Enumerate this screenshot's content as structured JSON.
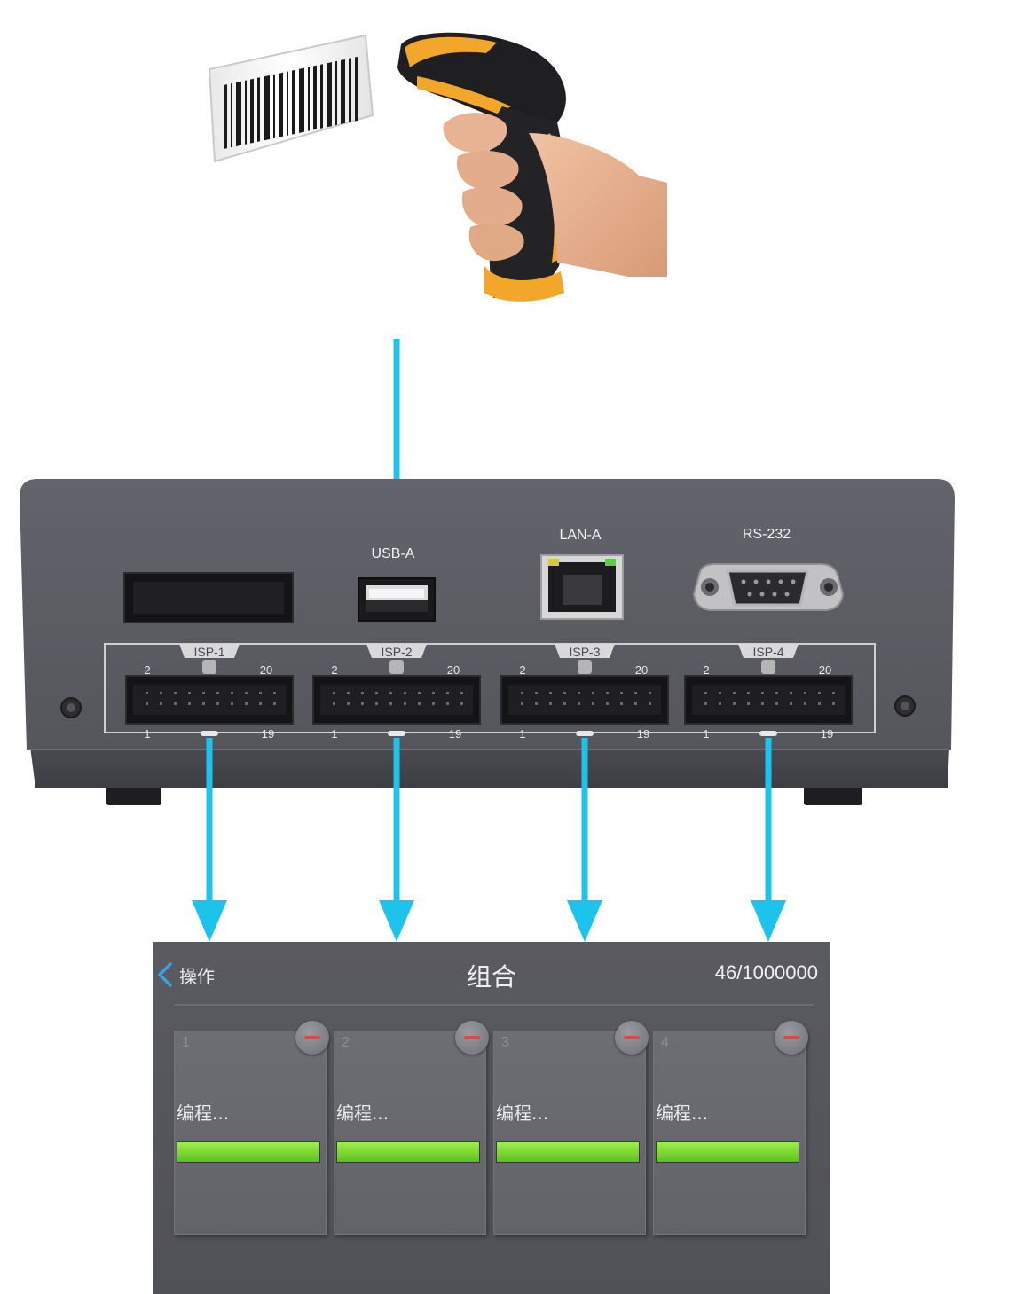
{
  "device": {
    "ports": {
      "usb_label": "USB-A",
      "lan_label": "LAN-A",
      "serial_label": "RS-232"
    },
    "isp_ports": [
      {
        "label": "ISP-1",
        "pin_top_left": "2",
        "pin_top_right": "20",
        "pin_bottom_left": "1",
        "pin_bottom_right": "19"
      },
      {
        "label": "ISP-2",
        "pin_top_left": "2",
        "pin_top_right": "20",
        "pin_bottom_left": "1",
        "pin_bottom_right": "19"
      },
      {
        "label": "ISP-3",
        "pin_top_left": "2",
        "pin_top_right": "20",
        "pin_bottom_left": "1",
        "pin_bottom_right": "19"
      },
      {
        "label": "ISP-4",
        "pin_top_left": "2",
        "pin_top_right": "20",
        "pin_bottom_left": "1",
        "pin_bottom_right": "19"
      }
    ]
  },
  "colors": {
    "arrow": "#1ec3ec",
    "device_body": "#5a5b62",
    "panel_bg": "#56575d",
    "progress_green": "#7fd832",
    "remove_red": "#e0483e"
  },
  "panel": {
    "back_label": "操作",
    "title": "组合",
    "counter": "46/1000000",
    "cards": [
      {
        "index": "1",
        "status": "编程...",
        "progress": 1.0
      },
      {
        "index": "2",
        "status": "编程...",
        "progress": 1.0
      },
      {
        "index": "3",
        "status": "编程...",
        "progress": 1.0
      },
      {
        "index": "4",
        "status": "编程...",
        "progress": 1.0
      }
    ]
  }
}
